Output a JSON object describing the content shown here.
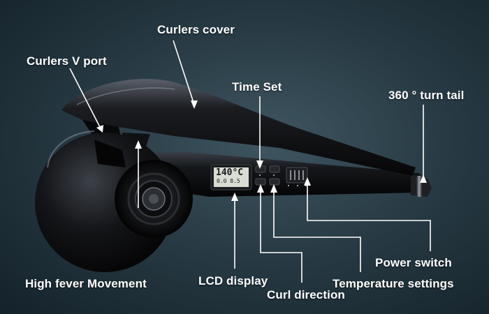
{
  "labels": {
    "curlers_cover": "Curlers cover",
    "curlers_v_port": "Curlers V port",
    "time_set": "Time Set",
    "turn_tail": "360 °  turn tail",
    "lcd_display": "LCD display",
    "curl_direction": "Curl direction",
    "power_switch": "Power switch",
    "temperature_settings": "Temperature settings",
    "high_fever_movement": "High fever Movement"
  },
  "lcd": {
    "temperature": "140°C",
    "timer": "0.0 8.5"
  },
  "colors": {
    "background": "#24363f",
    "device_body": "#0b0c0e",
    "label_text": "#ffffff",
    "pointer_line": "#ffffff"
  }
}
